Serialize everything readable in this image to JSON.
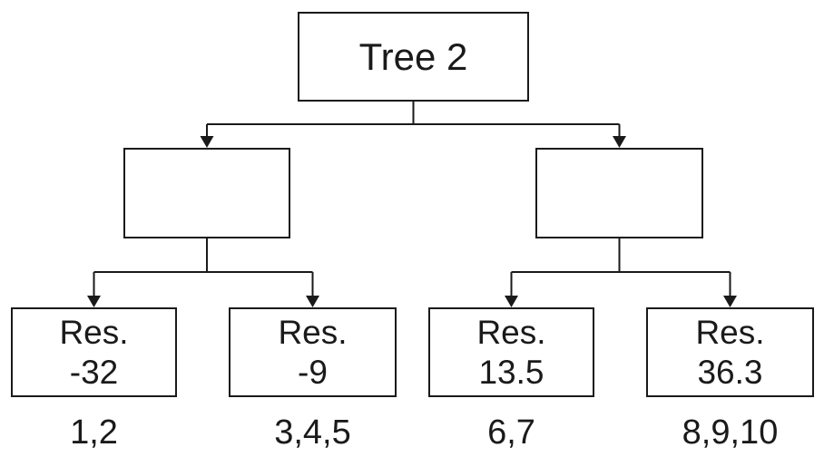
{
  "diagram": {
    "type": "decision-tree",
    "title": "Tree 2",
    "root": {
      "label": "Tree 2"
    },
    "internal_nodes": [
      {
        "label": ""
      },
      {
        "label": ""
      }
    ],
    "leaves": [
      {
        "label": "Res.",
        "value": "-32",
        "samples": "1,2"
      },
      {
        "label": "Res.",
        "value": "-9",
        "samples": "3,4,5"
      },
      {
        "label": "Res.",
        "value": "13.5",
        "samples": "6,7"
      },
      {
        "label": "Res.",
        "value": "36.3",
        "samples": "8,9,10"
      }
    ],
    "colors": {
      "line": "#1a1a1a",
      "text": "#1a1a1a",
      "background": "#ffffff"
    }
  }
}
